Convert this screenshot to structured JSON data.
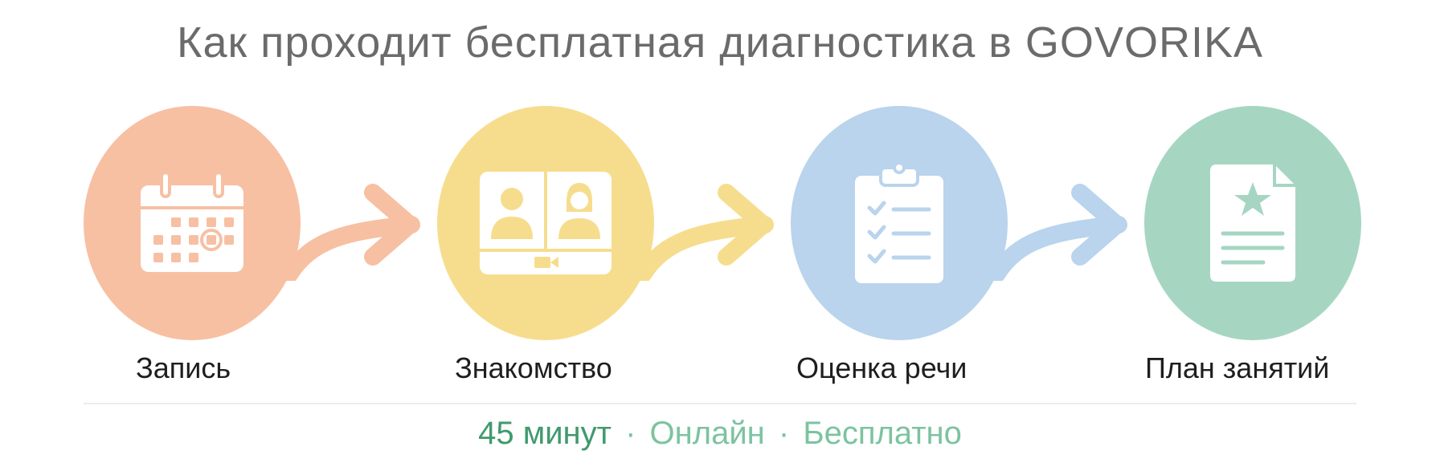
{
  "title": "Как проходит бесплатная диагностика в GOVORIKA",
  "steps": [
    {
      "label": "Запись",
      "icon": "calendar-icon",
      "color": "#f7c0a3"
    },
    {
      "label": "Знакомство",
      "icon": "video-call-icon",
      "color": "#f6dd8e"
    },
    {
      "label": "Оценка речи",
      "icon": "clipboard-checklist-icon",
      "color": "#b9d4ec"
    },
    {
      "label": "План занятий",
      "icon": "document-star-icon",
      "color": "#a6d6c2"
    }
  ],
  "arrow_colors": [
    "#f7c0a3",
    "#f6dd8e",
    "#b9d4ec"
  ],
  "footer": {
    "duration": "45 минут",
    "format": "Онлайн",
    "price": "Бесплатно",
    "separator": "·"
  }
}
